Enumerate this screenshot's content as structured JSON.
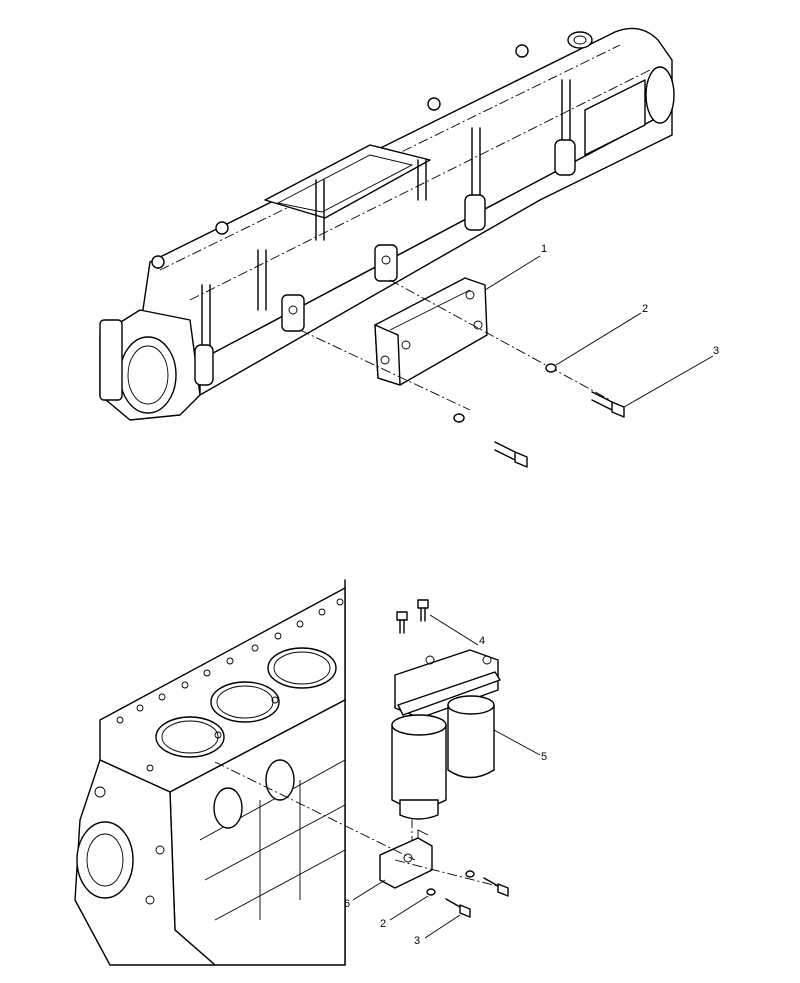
{
  "diagram": {
    "top_view": {
      "callouts": [
        {
          "id": "top-1",
          "label": "1"
        },
        {
          "id": "top-2",
          "label": "2"
        },
        {
          "id": "top-3",
          "label": "3"
        }
      ]
    },
    "bottom_view": {
      "callouts": [
        {
          "id": "bot-4",
          "label": "4"
        },
        {
          "id": "bot-5",
          "label": "5"
        },
        {
          "id": "bot-6",
          "label": "6"
        },
        {
          "id": "bot-2",
          "label": "2"
        },
        {
          "id": "bot-3",
          "label": "3"
        }
      ]
    }
  }
}
